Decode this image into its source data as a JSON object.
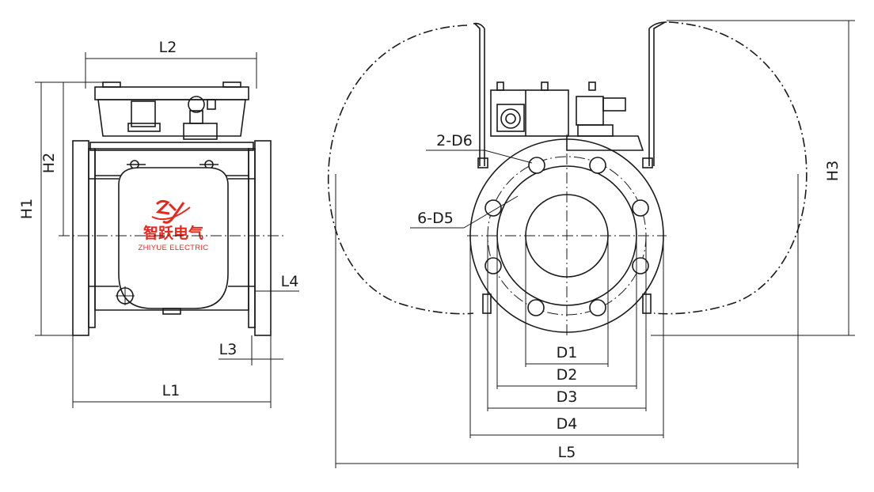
{
  "labels": {
    "L1": "L1",
    "L2": "L2",
    "L3": "L3",
    "L4": "L4",
    "L5": "L5",
    "H1": "H1",
    "H2": "H2",
    "H3": "H3",
    "D1": "D1",
    "D2": "D2",
    "D3": "D3",
    "D4": "D4",
    "D5": "6-D5",
    "D6": "2-D6"
  },
  "logo": {
    "chinese": "智跃电气",
    "english": "ZHIYUE ELECTRIC",
    "color": "#e8261c"
  }
}
